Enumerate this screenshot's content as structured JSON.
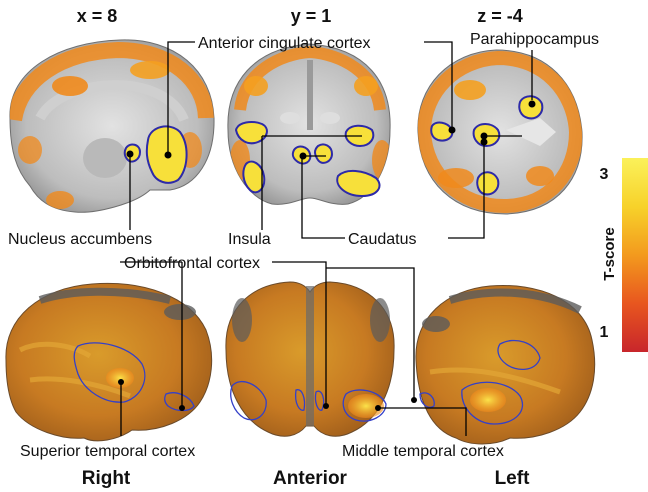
{
  "slices": {
    "sagittal": "x = 8",
    "coronal": "y = 1",
    "axial": "z = -4"
  },
  "views": {
    "right": "Right",
    "anterior": "Anterior",
    "left": "Left"
  },
  "regions": {
    "anterior_cingulate": "Anterior cingulate cortex",
    "parahippocampus": "Parahippocampus",
    "nucleus_accumbens": "Nucleus accumbens",
    "insula": "Insula",
    "caudatus": "Caudatus",
    "orbitofrontal": "Orbitofrontal cortex",
    "superior_temporal": "Superior temporal cortex",
    "middle_temporal": "Middle temporal cortex"
  },
  "colorbar": {
    "title": "T-score",
    "max_label": "3",
    "min_label": "1",
    "colors": [
      "#c8262b",
      "#e8561f",
      "#f39a1e",
      "#f7d22a",
      "#fbf15a"
    ]
  },
  "colors": {
    "activation": "#f08a1c",
    "roi_outline": "#2d2aa8",
    "gray_matter": "#8c8c8c",
    "white_matter": "#d6d6d6"
  }
}
